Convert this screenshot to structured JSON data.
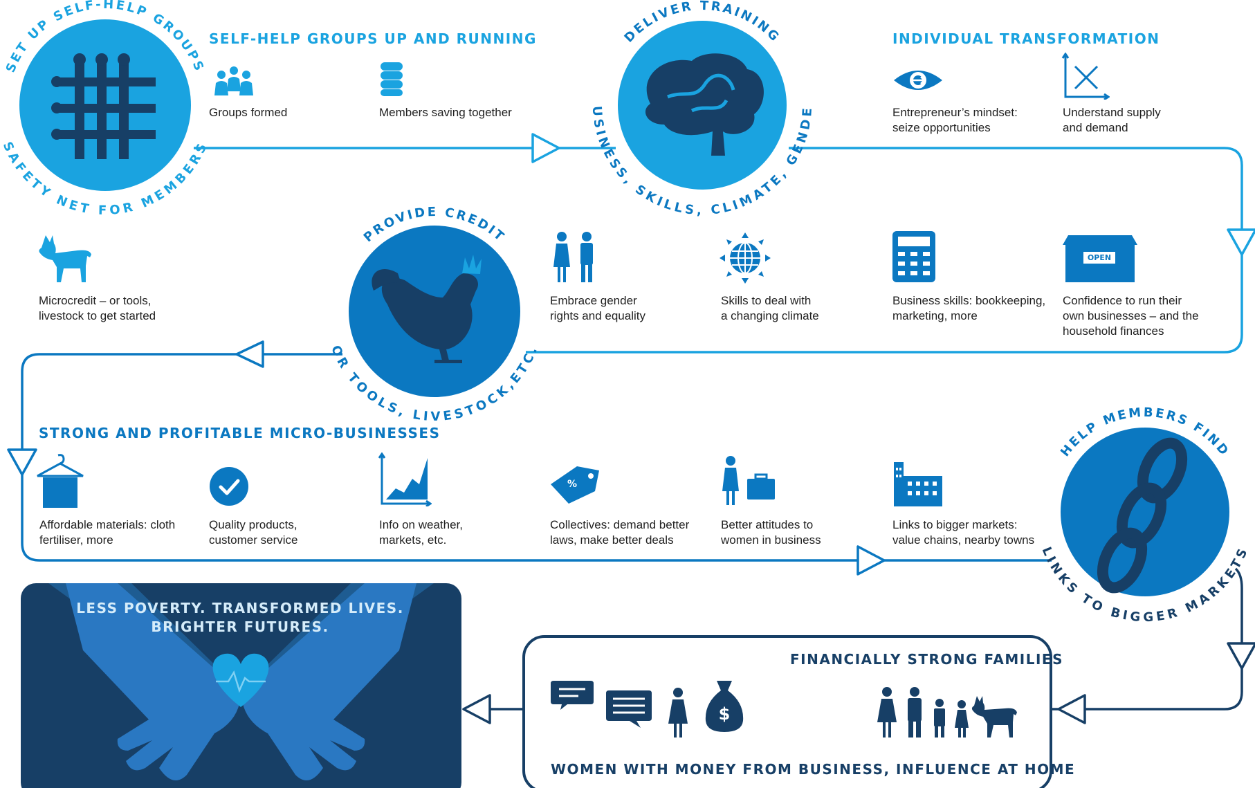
{
  "colors": {
    "light_blue": "#1aa3e0",
    "mid_blue": "#0b78c1",
    "navy": "#173f66",
    "text": "#222222"
  },
  "circles": {
    "self_help": {
      "top": "SET UP SELF-HELP GROUPS",
      "bottom": "SAFETY NET FOR MEMBERS",
      "icon": "grid-hands-icon"
    },
    "training": {
      "top": "DELIVER TRAINING",
      "bottom": "BUSINESS, SKILLS, CLIMATE, GENDER",
      "icon": "brain-icon"
    },
    "credit": {
      "top": "PROVIDE CREDIT",
      "bottom": "OR TOOLS, LIVESTOCK,ETC.",
      "icon": "rooster-icon"
    },
    "markets": {
      "top": "HELP MEMBERS FIND",
      "bottom": "LINKS TO BIGGER MARKETS",
      "icon": "chain-icon"
    }
  },
  "sections": {
    "groups": {
      "heading": "SELF-HELP GROUPS UP AND RUNNING",
      "items": [
        {
          "icon": "people-group-icon",
          "text": "Groups formed"
        },
        {
          "icon": "coin-stack-icon",
          "text": "Members saving together"
        }
      ]
    },
    "individual": {
      "heading": "INDIVIDUAL TRANSFORMATION",
      "items": [
        {
          "icon": "eye-icon",
          "text": "Entrepreneur’s mindset:\nseize opportunities"
        },
        {
          "icon": "supply-demand-icon",
          "text": "Understand supply\nand demand"
        }
      ]
    },
    "row2": {
      "items": [
        {
          "icon": "goat-icon",
          "text": "Microcredit – or tools,\nlivestock to get started"
        },
        {
          "icon": "woman-man-icon",
          "text": "Embrace gender\nrights and equality"
        },
        {
          "icon": "globe-icon",
          "text": "Skills to deal with\na changing climate"
        },
        {
          "icon": "calculator-icon",
          "text": "Business skills: bookkeeping,\nmarketing, more"
        },
        {
          "icon": "open-shop-icon",
          "text": "Confidence to run their\nown businesses – and the\nhousehold finances",
          "sign": "OPEN"
        }
      ]
    },
    "micro": {
      "heading": "STRONG AND PROFITABLE MICRO-BUSINESSES",
      "items": [
        {
          "icon": "cloth-hanger-icon",
          "text": "Affordable materials: cloth\nfertiliser, more"
        },
        {
          "icon": "check-badge-icon",
          "text": "Quality products,\ncustomer service"
        },
        {
          "icon": "area-chart-icon",
          "text": "Info on weather,\nmarkets, etc."
        },
        {
          "icon": "price-tag-icon",
          "text": "Collectives: demand better\nlaws, make better deals",
          "tag": "%"
        },
        {
          "icon": "woman-briefcase-icon",
          "text": "Better attitudes  to\nwomen in business"
        },
        {
          "icon": "factory-icon",
          "text": "Links to bigger markets:\nvalue chains, nearby towns"
        }
      ]
    },
    "families": {
      "heading": "FINANCIALLY STRONG FAMILIES",
      "footer": "WOMEN WITH MONEY FROM BUSINESS, INFLUENCE AT HOME",
      "money_symbol": "$"
    },
    "outcome": {
      "title_line1": "LESS POVERTY. TRANSFORMED LIVES.",
      "title_line2": "BRIGHTER FUTURES.",
      "icon": "hands-heart-icon"
    }
  }
}
